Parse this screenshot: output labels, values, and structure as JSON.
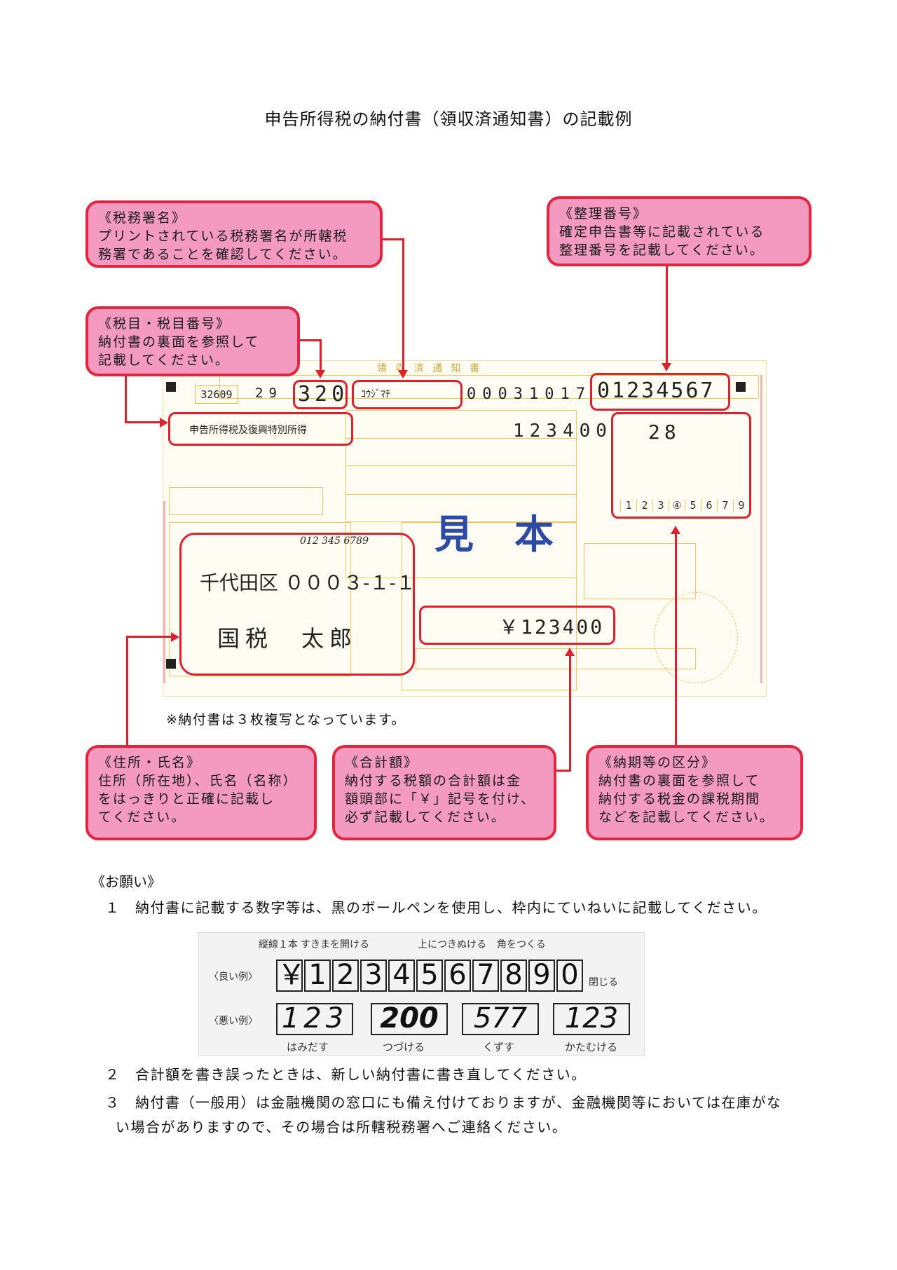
{
  "title": "申告所得税の納付書（領収済通知書）の記載例",
  "callouts": {
    "zeimusho": {
      "title": "《税務署名》",
      "body": "プリントされている税務署名が所轄税\n務署であることを確認してください。"
    },
    "seiri": {
      "title": "《整理番号》",
      "body": "確定申告書等に記載されている\n整理番号を記載してください。"
    },
    "zeimoku": {
      "title": "《税目・税目番号》",
      "body": "納付書の裏面を参照して\n記載してください。"
    },
    "jusho": {
      "title": "《住所・氏名》",
      "body": "住所（所在地）、氏名（名称）\nをはっきりと正確に記載し\nてください。"
    },
    "gokei": {
      "title": "《合計額》",
      "body": "納付する税額の合計額は金\n額頭部に「￥」記号を付け、\n必ず記載してください。"
    },
    "nouki": {
      "title": "《納期等の区分》",
      "body": "納付書の裏面を参照して\n納付する税金の課税期間\nなどを記載してください。"
    }
  },
  "form": {
    "header": "領 収 済 通 知 書",
    "code": "32609",
    "nendo": "29",
    "zeimoku_no": "320",
    "office_kana": "ｺｳｼﾞﾏﾁ",
    "account": "00031017",
    "seiri_no": "01234567",
    "zeimoku_name": "申告所得税及復興特別所得",
    "honzei": "123400",
    "nouki_no": "28",
    "nouki_digits": [
      "1",
      "2",
      "3",
      "④",
      "5",
      "6",
      "7",
      "9"
    ],
    "phone": "012 345 6789",
    "address": "千代田区 ０００３-１-１",
    "name": "国税　太郎",
    "total": "￥123400",
    "mihon": "見本"
  },
  "note": "※納付書は３枚複写となっています。",
  "requests": {
    "heading": "《お願い》",
    "items": [
      "１　納付書に記載する数字等は、黒のボールペンを使用し、枠内にていねいに記載してください。",
      "２　合計額を書き誤ったときは、新しい納付書に書き直してください。",
      "３　納付書（一般用）は金融機関の窓口にも備え付けておりますが、金融機関等においては在庫がな",
      "い場合がありますので、その場合は所轄税務署へご連絡ください。"
    ]
  },
  "sample": {
    "annotations": [
      "縦線１本",
      "すきまを開ける",
      "上につきぬける",
      "角をつくる"
    ],
    "good_label": "〈良い例〉",
    "bad_label": "〈悪い例〉",
    "good_digits": [
      "￥",
      "1",
      "2",
      "3",
      "4",
      "5",
      "6",
      "7",
      "8",
      "9",
      "0"
    ],
    "close_label": "閉じる",
    "bad_groups": [
      "123",
      "200",
      "577",
      "123"
    ],
    "bad_captions": [
      "はみだす",
      "つづける",
      "くずす",
      "かたむける"
    ]
  }
}
